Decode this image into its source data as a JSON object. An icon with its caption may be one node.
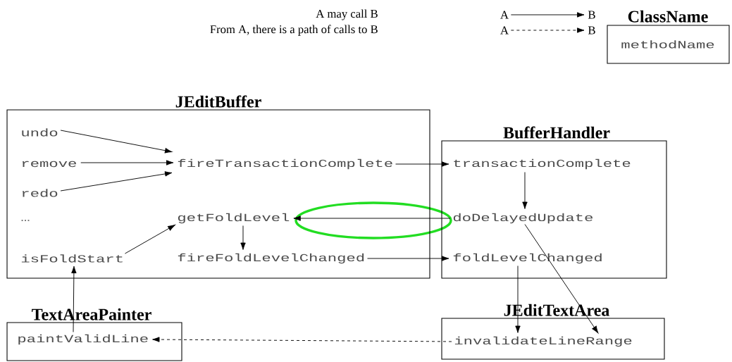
{
  "diagram": {
    "nodes": [
      {
        "text": [
          "JEditBuffer"
        ]
      },
      {
        "text": [
          "undo"
        ],
        "in": 0
      },
      {
        "text": [
          "remove"
        ],
        "in": 0
      },
      {
        "text": [
          "redo"
        ],
        "in": 0
      },
      {
        "text": [
          "…"
        ],
        "in": 0
      },
      {
        "text": [
          "isFoldStart"
        ],
        "in": 0
      },
      {
        "text": [
          "fireTransactionComplete"
        ],
        "in": 0
      },
      {
        "text": [
          "getFoldLevel"
        ],
        "in": 0
      },
      {
        "text": [
          "fireFoldLevelChanged"
        ],
        "in": 0
      },
      {
        "text": [
          "BufferHandler"
        ]
      },
      {
        "text": [
          "transactionComplete"
        ],
        "in": 9
      },
      {
        "text": [
          "doDelayedUpdate"
        ],
        "in": 9
      },
      {
        "text": [
          "foldLevelChanged"
        ],
        "in": 9
      },
      {
        "text": [
          "TextAreaPainter"
        ]
      },
      {
        "text": [
          "paintValidLine"
        ],
        "in": 13
      },
      {
        "text": [
          "JEditTextArea"
        ]
      },
      {
        "text": [
          "invalidateLineRange"
        ],
        "in": 15
      },
      {
        "text": [
          "A"
        ]
      },
      {
        "text": [
          "B"
        ]
      },
      {
        "text": [
          "A"
        ]
      },
      {
        "text": [
          "B"
        ]
      },
      {
        "text": [
          "ClassName"
        ]
      },
      {
        "text": [
          "methodName"
        ],
        "in": 21
      }
    ],
    "edges": [
      {
        "from": 1,
        "to": 6,
        "arrow": "to"
      },
      {
        "from": 2,
        "to": 6,
        "arrow": "to"
      },
      {
        "from": 3,
        "to": 6,
        "arrow": "to"
      },
      {
        "from": 6,
        "to": 10,
        "arrow": "to"
      },
      {
        "from": 10,
        "to": 11,
        "arrow": "to"
      },
      {
        "from": 11,
        "to": 7,
        "arrow": "to"
      },
      {
        "from": 5,
        "to": 7,
        "arrow": "to"
      },
      {
        "from": 7,
        "to": 8,
        "arrow": "to"
      },
      {
        "from": 8,
        "to": 12,
        "arrow": "to"
      },
      {
        "from": 12,
        "to": 16,
        "arrow": "to"
      },
      {
        "from": 11,
        "to": 16,
        "arrow": "to"
      },
      {
        "from": 14,
        "to": 5,
        "arrow": "to"
      },
      {
        "from": 16,
        "to": 14,
        "arrow": "to",
        "style": "dashed"
      },
      {
        "from": 17,
        "to": 18,
        "arrow": "to"
      },
      {
        "from": 19,
        "to": 20,
        "arrow": "to",
        "style": "dashed"
      }
    ],
    "legend": [
      {
        "text": "A may call B"
      },
      {
        "text": "From A, there is a path of calls to B"
      }
    ]
  }
}
